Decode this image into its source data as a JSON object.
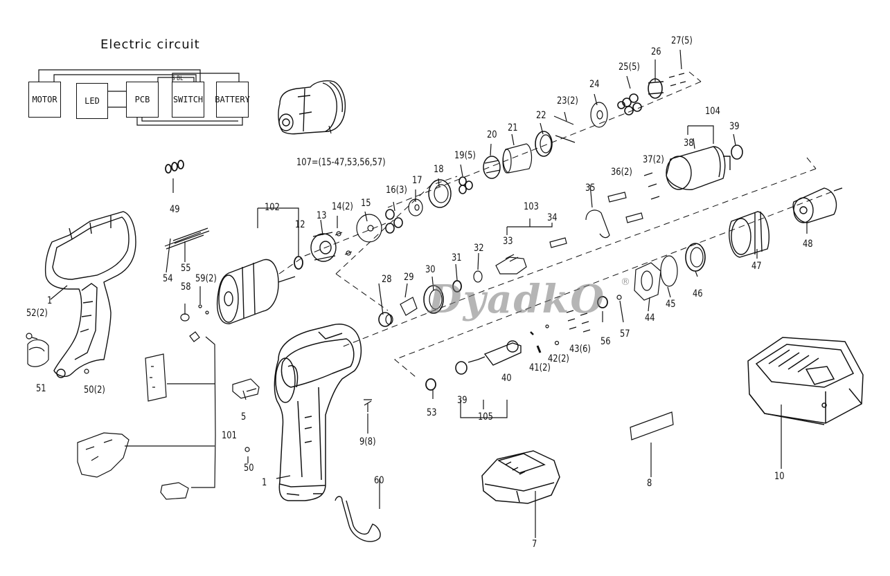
{
  "circuit": {
    "title": "Electric circuit",
    "boxes": [
      "MOTOR",
      "LED",
      "PCB",
      "SWITCH",
      "BATTERY"
    ],
    "switch_terminals": "S BL"
  },
  "watermark": {
    "text": "DyadkO",
    "mark": "®"
  },
  "callouts": [
    "107=(15-47,53,56,57)",
    "1",
    "52(2)",
    "51",
    "50(2)",
    "49",
    "54",
    "55",
    "58",
    "59(2)",
    "102",
    "12",
    "13",
    "14(2)",
    "15",
    "16(3)",
    "17",
    "18",
    "19(5)",
    "20",
    "21",
    "22",
    "23(2)",
    "24",
    "25(5)",
    "26",
    "27(5)",
    "104",
    "38",
    "39",
    "37(2)",
    "36(2)",
    "35",
    "103",
    "34",
    "33",
    "32",
    "31",
    "30",
    "29",
    "28",
    "47",
    "48",
    "46",
    "45",
    "44",
    "57",
    "56",
    "43(6)",
    "42(2)",
    "41(2)",
    "40",
    "39",
    "53",
    "105",
    "5",
    "9(8)",
    "50",
    "1",
    "60",
    "101",
    "7",
    "8",
    "10"
  ]
}
